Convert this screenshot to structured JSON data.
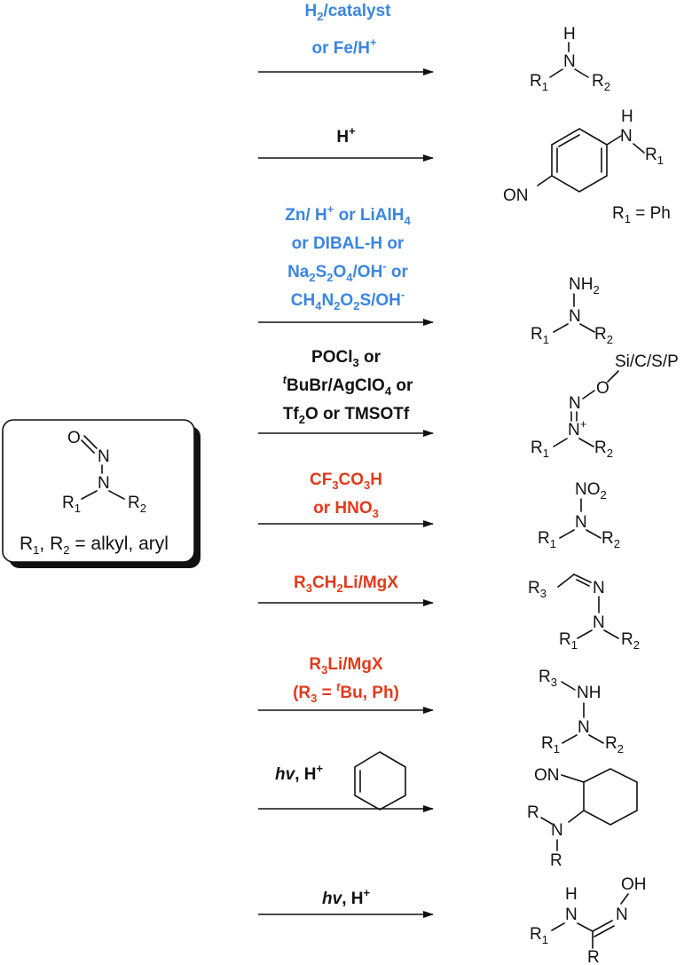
{
  "colors": {
    "blue": "#3a86e0",
    "red": "#e23a1c",
    "black": "#111111"
  },
  "start": {
    "atoms": {
      "o": "O",
      "n_top": "N",
      "n_mid": "N",
      "r1": "R",
      "r1_sub": "1",
      "r2": "R",
      "r2_sub": "2"
    },
    "caption": {
      "r1": "R",
      "s1": "1",
      "sep": ", R",
      "s2": "2",
      "rest": " = alkyl, aryl"
    }
  },
  "reactions": [
    {
      "color": "blue",
      "reagent": {
        "l1a": "H",
        "l1s": "2",
        "l1b": "/catalyst",
        "l2a": "or Fe/H",
        "l2sup": "+"
      },
      "product": {
        "h": "H",
        "n": "N",
        "r1": "R",
        "r1s": "1",
        "r2": "R",
        "r2s": "2"
      }
    },
    {
      "color": "black",
      "reagent": {
        "a": "H",
        "sup": "+"
      },
      "product": {
        "h": "H",
        "n": "N",
        "r1": "R",
        "r1s": "1",
        "on": "ON",
        "note_r": "R",
        "note_s": "1",
        "note_eq": " = Ph"
      }
    },
    {
      "color": "blue",
      "reagent": {
        "l1a": "Zn/ H",
        "l1sup": "+",
        "l1b": " or LiAlH",
        "l1s": "4",
        "l2": "or DIBAL-H or",
        "l3a": "Na",
        "l3s1": "2",
        "l3b": "S",
        "l3s2": "2",
        "l3c": "O",
        "l3s3": "4",
        "l3d": "/OH",
        "l3sup": "-",
        "l3e": " or",
        "l4a": "CH",
        "l4s1": "4",
        "l4b": "N",
        "l4s2": "2",
        "l4c": "O",
        "l4s3": "2",
        "l4d": "S/OH",
        "l4sup": "-"
      },
      "product": {
        "nh": "NH",
        "nhs": "2",
        "n": "N",
        "r1": "R",
        "r1s": "1",
        "r2": "R",
        "r2s": "2"
      }
    },
    {
      "color": "black",
      "reagent": {
        "l1a": "POCl",
        "l1s": "3",
        "l1b": " or",
        "l2sup": "t",
        "l2a": "BuBr/AgClO",
        "l2s": "4",
        "l2b": " or",
        "l3a": "Tf",
        "l3s": "2",
        "l3b": "O or TMSOTf"
      },
      "product": {
        "x": "Si/C/S/P",
        "o": "O",
        "n_top": "N",
        "n_plus": "N",
        "plus": "+",
        "r1": "R",
        "r1s": "1",
        "r2": "R",
        "r2s": "2"
      }
    },
    {
      "color": "red",
      "reagent": {
        "l1a": "CF",
        "l1s1": "3",
        "l1b": "CO",
        "l1s2": "3",
        "l1c": "H",
        "l2a": "or HNO",
        "l2s": "3"
      },
      "product": {
        "no": "NO",
        "nos": "2",
        "n": "N",
        "r1": "R",
        "r1s": "1",
        "r2": "R",
        "r2s": "2"
      }
    },
    {
      "color": "red",
      "reagent": {
        "a": "R",
        "s1": "3",
        "b": "CH",
        "s2": "2",
        "c": "Li/MgX"
      },
      "product": {
        "r3": "R",
        "r3s": "3",
        "n1": "N",
        "n2": "N",
        "r1": "R",
        "r1s": "1",
        "r2": "R",
        "r2s": "2"
      }
    },
    {
      "color": "red",
      "reagent": {
        "l1a": "R",
        "l1s": "3",
        "l1b": "Li/MgX",
        "l2a": "(R",
        "l2s": "3",
        "l2b": " = ",
        "l2sup": "t",
        "l2c": "Bu, Ph)"
      },
      "product": {
        "r3": "R",
        "r3s": "3",
        "nh": "NH",
        "n": "N",
        "r1": "R",
        "r1s": "1",
        "r2": "R",
        "r2s": "2"
      }
    },
    {
      "color": "black",
      "reagent": {
        "hv": "hv",
        "comma": ", H",
        "sup": "+"
      },
      "product": {
        "on": "ON",
        "r_top": "R",
        "n": "N",
        "r_bot": "R"
      }
    },
    {
      "color": "black",
      "reagent": {
        "hv": "hv",
        "comma": ", H",
        "sup": "+"
      },
      "product": {
        "h": "H",
        "nh": "N",
        "r1": "R",
        "r1s": "1",
        "oh": "OH",
        "n": "N",
        "r": "R"
      }
    }
  ]
}
